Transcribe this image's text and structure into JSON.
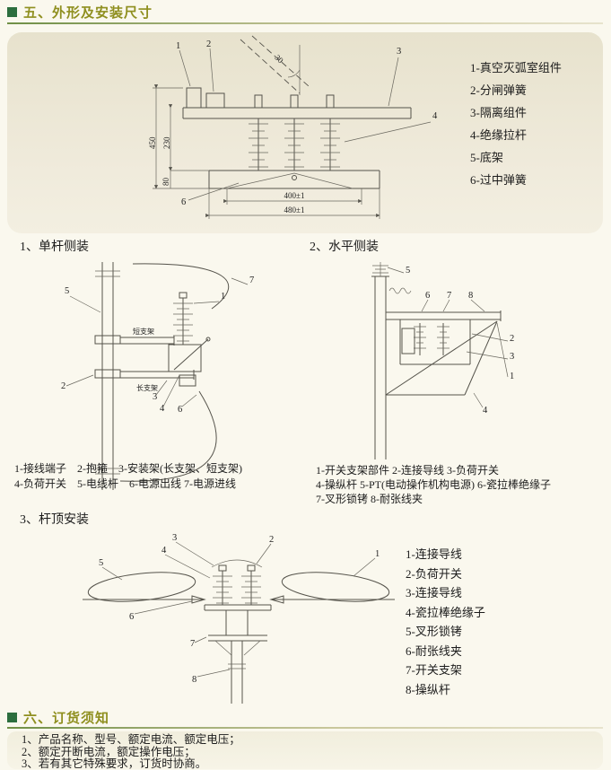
{
  "page": {
    "sec5_title": "五、外形及安装尺寸",
    "sec6_title": "六、订货须知"
  },
  "outline": {
    "legend": [
      "1-真空灭弧室组件",
      "2-分闸弹簧",
      "3-隔离组件",
      "4-绝缘拉杆",
      "5-底架",
      "6-过中弹簧"
    ],
    "dims": {
      "h_total": "450",
      "h_mid": "230",
      "h_base": "80",
      "w_inner": "400±1",
      "w_outer": "480±1",
      "angle": "30"
    },
    "callouts": {
      "c1": "1",
      "c2": "2",
      "c3": "3",
      "c4": "4",
      "c6": "6"
    }
  },
  "m1": {
    "title": "1、单杆侧装",
    "caption1": "1-接线端子　2-抱箍　3-安装架(长支架、短支架)",
    "caption2": "4-负荷开关　5-电线杆　6-电源出线 7-电源进线",
    "short_bracket": "短支架",
    "long_bracket": "长支架",
    "callouts": {
      "c1": "1",
      "c2": "2",
      "c3": "3",
      "c4": "4",
      "c5": "5",
      "c6": "6",
      "c7": "7"
    }
  },
  "m2": {
    "title": "2、水平侧装",
    "caption1": "1-开关支架部件 2-连接导线 3-负荷开关",
    "caption2": "4-操纵杆 5-PT(电动操作机构电源) 6-瓷拉棒绝缘子",
    "caption3": "7-叉形锁铐 8-耐张线夹",
    "callouts": {
      "c1": "1",
      "c2": "2",
      "c3": "3",
      "c4": "4",
      "c5": "5",
      "c6": "6",
      "c7": "7",
      "c8": "8"
    }
  },
  "m3": {
    "title": "3、杆顶安装",
    "legend": [
      "1-连接导线",
      "2-负荷开关",
      "3-连接导线",
      "4-瓷拉棒绝缘子",
      "5-叉形锁铐",
      "6-耐张线夹",
      "7-开关支架",
      "8-操纵杆"
    ],
    "callouts": {
      "c1": "1",
      "c2": "2",
      "c3": "3",
      "c4": "4",
      "c5": "5",
      "c6": "6",
      "c7": "7",
      "c8": "8"
    }
  },
  "ordering": {
    "items": [
      "1、产品名称、型号、额定电流、额定电压；",
      "2、额定开断电流，额定操作电压；",
      "3、若有其它特殊要求，订货时协商。"
    ]
  }
}
